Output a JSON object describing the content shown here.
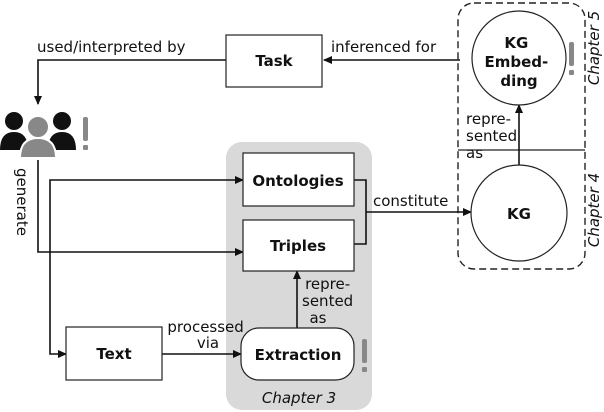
{
  "nodes": {
    "task": "Task",
    "ontologies": "Ontologies",
    "triples": "Triples",
    "text": "Text",
    "extraction": "Extraction",
    "kg": "KG",
    "kg_embedding": [
      "KG",
      "Embed-",
      "ding"
    ]
  },
  "edges": {
    "used_interpreted_by": "used/interpreted by",
    "inferenced_for": "inferenced for",
    "generate": "generate",
    "constitute": "constitute",
    "processed_via": [
      "processed",
      "via"
    ],
    "represented_as_triples": [
      "repre-",
      "sented",
      "as"
    ],
    "represented_as_kg": [
      "repre-",
      "sented",
      "as"
    ]
  },
  "chapters": {
    "chapter3": "Chapter 3",
    "chapter4": "Chapter 4",
    "chapter5": "Chapter 5"
  },
  "icons": {
    "users": "users-group-icon",
    "marker": "exclamation-icon"
  },
  "colors": {
    "chapter3_bg": "#d9d9d9",
    "users": "#111111",
    "users_center": "#888888",
    "exclamation": "#888888"
  }
}
